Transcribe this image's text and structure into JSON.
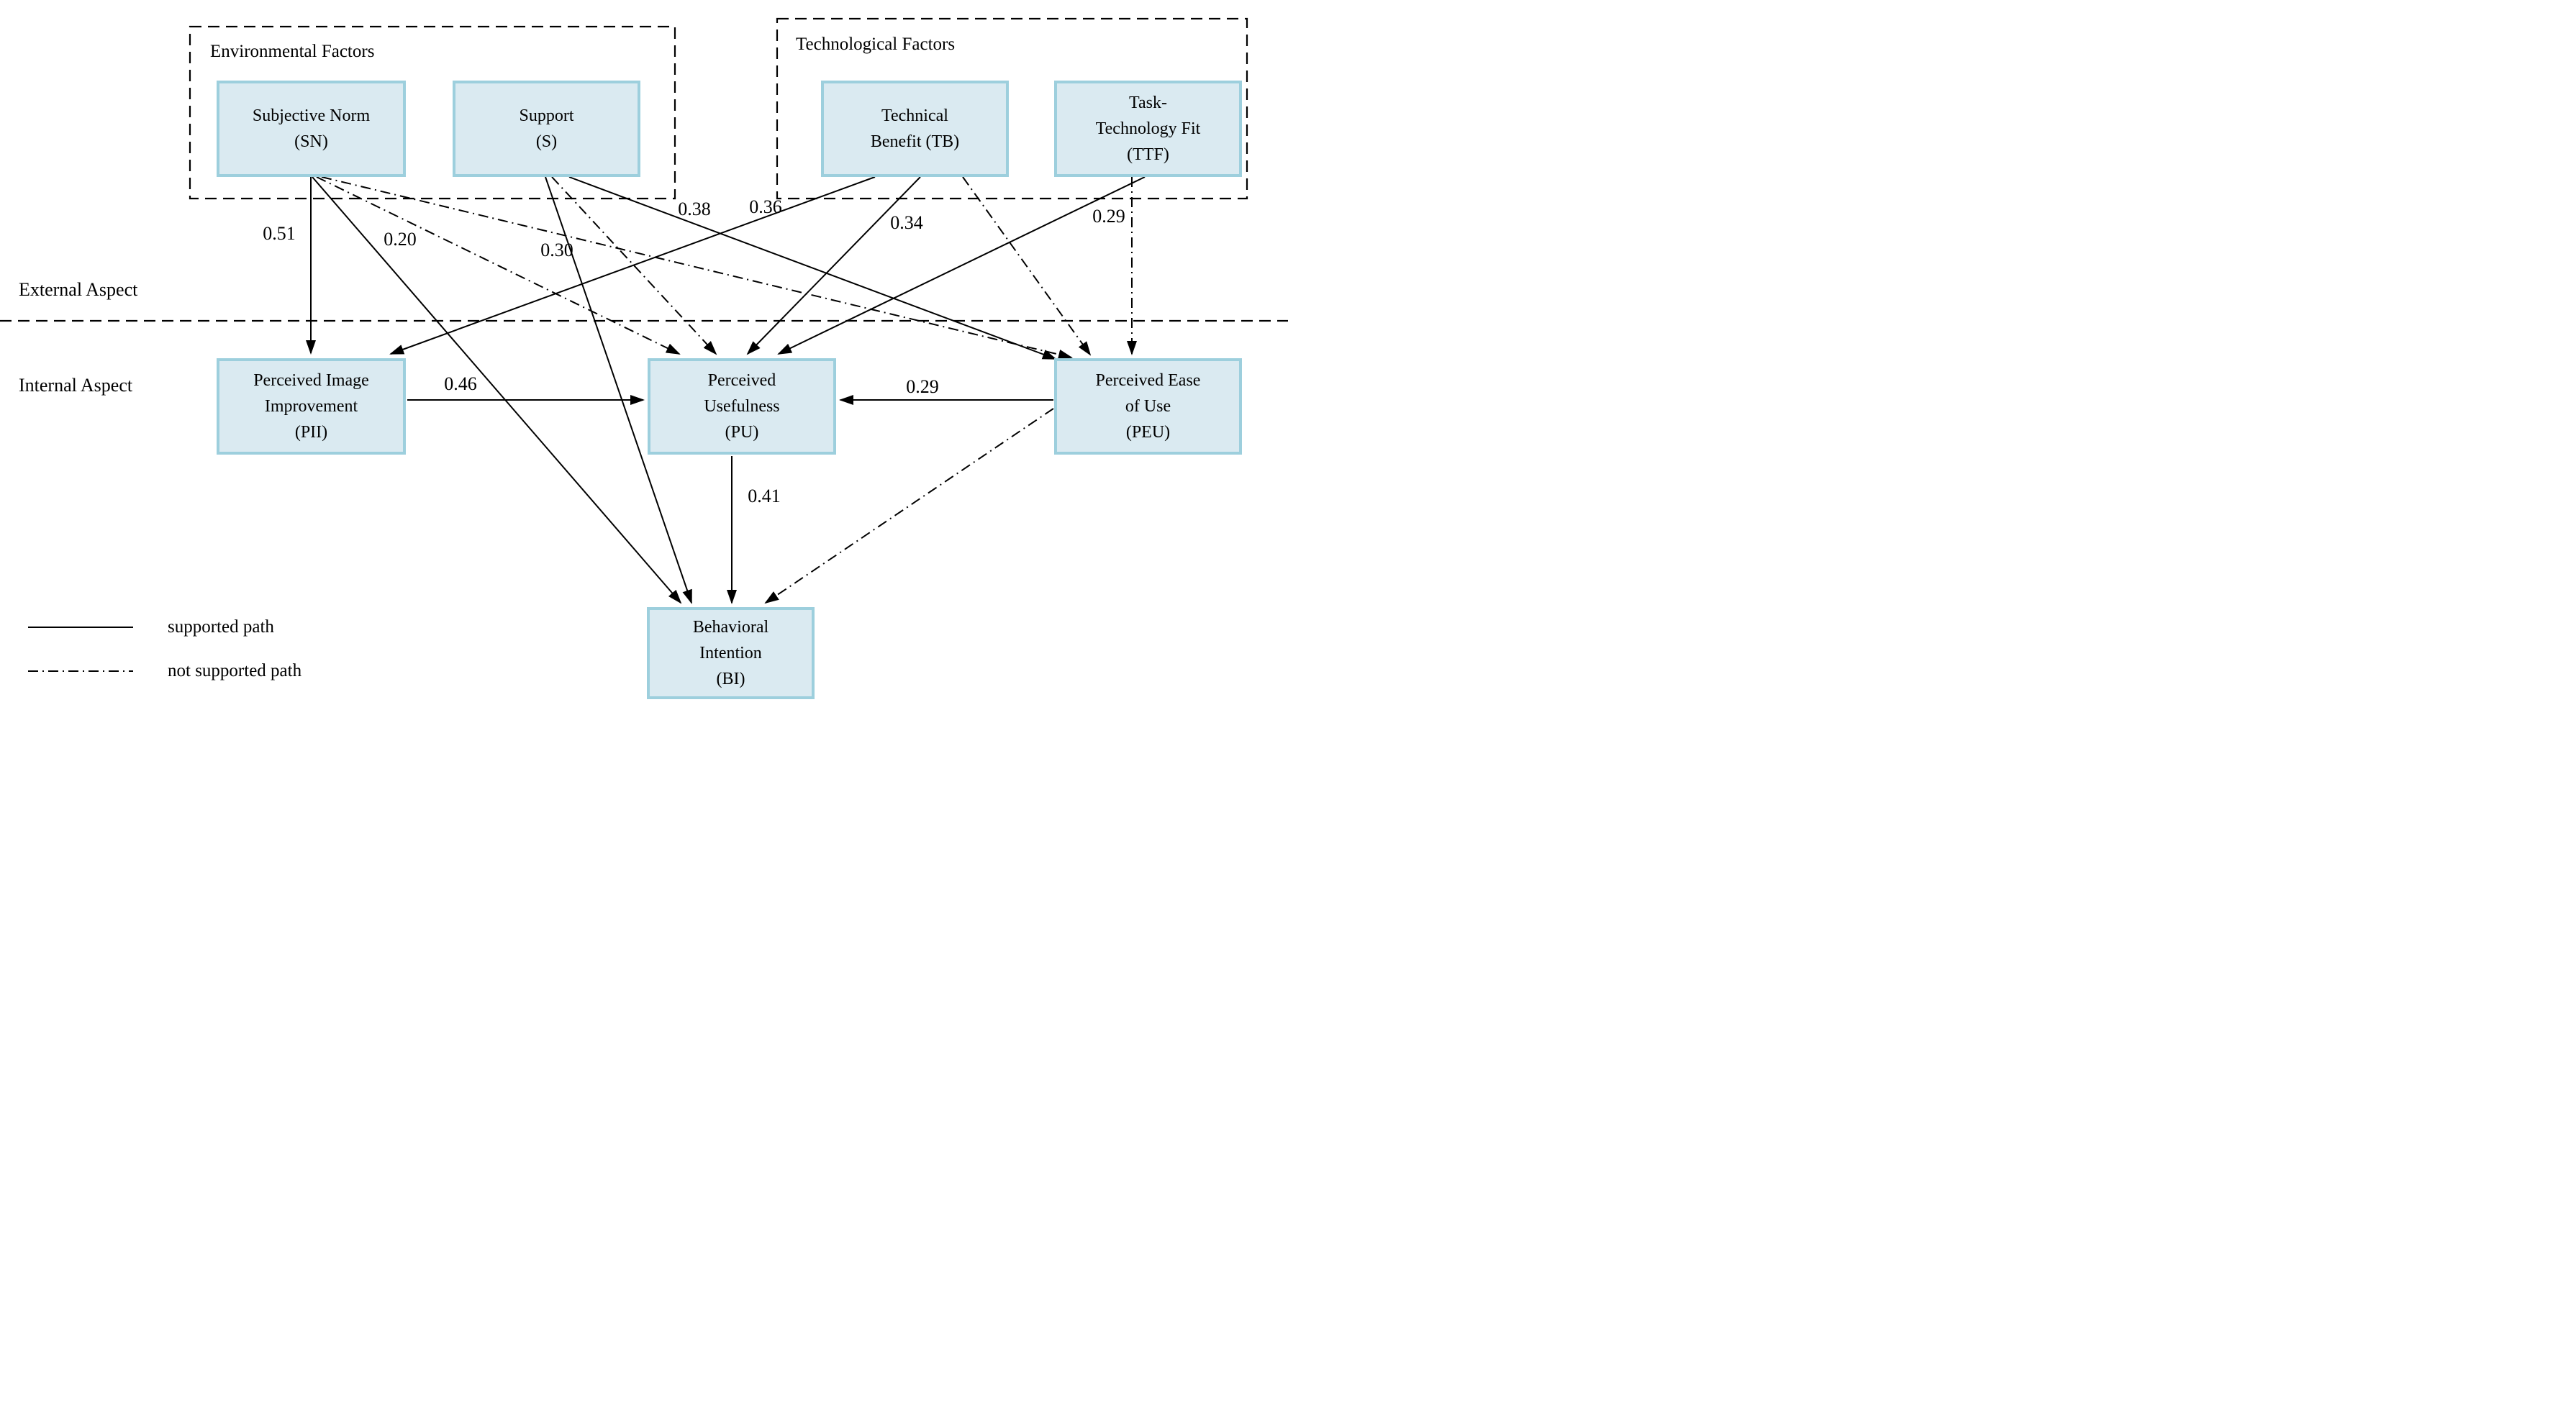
{
  "diagram": {
    "groups": [
      {
        "id": "environmental",
        "label": "Environmental Factors"
      },
      {
        "id": "technological",
        "label": "Technological Factors"
      }
    ],
    "aspects": {
      "external": "External Aspect",
      "internal": "Internal Aspect"
    },
    "nodes": [
      {
        "id": "sn",
        "abbr": "SN",
        "lines": [
          "Subjective Norm",
          "(SN)"
        ]
      },
      {
        "id": "s",
        "abbr": "S",
        "lines": [
          "Support",
          "(S)"
        ]
      },
      {
        "id": "tb",
        "abbr": "TB",
        "lines": [
          "Technical",
          "Benefit (TB)"
        ]
      },
      {
        "id": "ttf",
        "abbr": "TTF",
        "lines": [
          "Task-",
          "Technology Fit",
          "(TTF)"
        ]
      },
      {
        "id": "pii",
        "abbr": "PII",
        "lines": [
          "Perceived Image",
          "Improvement",
          "(PII)"
        ]
      },
      {
        "id": "pu",
        "abbr": "PU",
        "lines": [
          "Perceived",
          "Usefulness",
          "(PU)"
        ]
      },
      {
        "id": "peu",
        "abbr": "PEU",
        "lines": [
          "Perceived Ease",
          "of Use",
          "(PEU)"
        ]
      },
      {
        "id": "bi",
        "abbr": "BI",
        "lines": [
          "Behavioral",
          "Intention",
          "(BI)"
        ]
      }
    ],
    "paths": {
      "sn_pii": {
        "from": "SN",
        "to": "PII",
        "coef": "0.51",
        "supported": true
      },
      "sn_bi": {
        "from": "SN",
        "to": "BI",
        "coef": "0.20",
        "supported": true
      },
      "sn_pu": {
        "from": "SN",
        "to": "PU",
        "coef": "",
        "supported": false
      },
      "sn_peu": {
        "from": "SN",
        "to": "PEU",
        "coef": "",
        "supported": false
      },
      "s_bi": {
        "from": "S",
        "to": "BI",
        "coef": "0.30",
        "supported": true
      },
      "s_peu": {
        "from": "S",
        "to": "PEU",
        "coef": "0.38",
        "supported": true
      },
      "s_pu": {
        "from": "S",
        "to": "PU",
        "coef": "",
        "supported": false
      },
      "tb_pii": {
        "from": "TB",
        "to": "PII",
        "coef": "0.36",
        "supported": true
      },
      "tb_pu": {
        "from": "TB",
        "to": "PU",
        "coef": "0.34",
        "supported": true
      },
      "tb_peu": {
        "from": "TB",
        "to": "PEU",
        "coef": "",
        "supported": false
      },
      "ttf_pu": {
        "from": "TTF",
        "to": "PU",
        "coef": "0.29",
        "supported": true
      },
      "ttf_peu": {
        "from": "TTF",
        "to": "PEU",
        "coef": "",
        "supported": false
      },
      "pii_pu": {
        "from": "PII",
        "to": "PU",
        "coef": "0.46",
        "supported": true
      },
      "peu_pu": {
        "from": "PEU",
        "to": "PU",
        "coef": "0.29",
        "supported": true
      },
      "pu_bi": {
        "from": "PU",
        "to": "BI",
        "coef": "0.41",
        "supported": true
      },
      "peu_bi": {
        "from": "PEU",
        "to": "BI",
        "coef": "",
        "supported": false
      }
    },
    "legend": [
      {
        "style": "solid",
        "label": "supported path"
      },
      {
        "style": "dashdot",
        "label": "not supported path"
      }
    ],
    "colors": {
      "node_fill": "#daeaf1",
      "node_border": "#9dcfdd",
      "line": "#000000",
      "background": "#ffffff"
    }
  }
}
